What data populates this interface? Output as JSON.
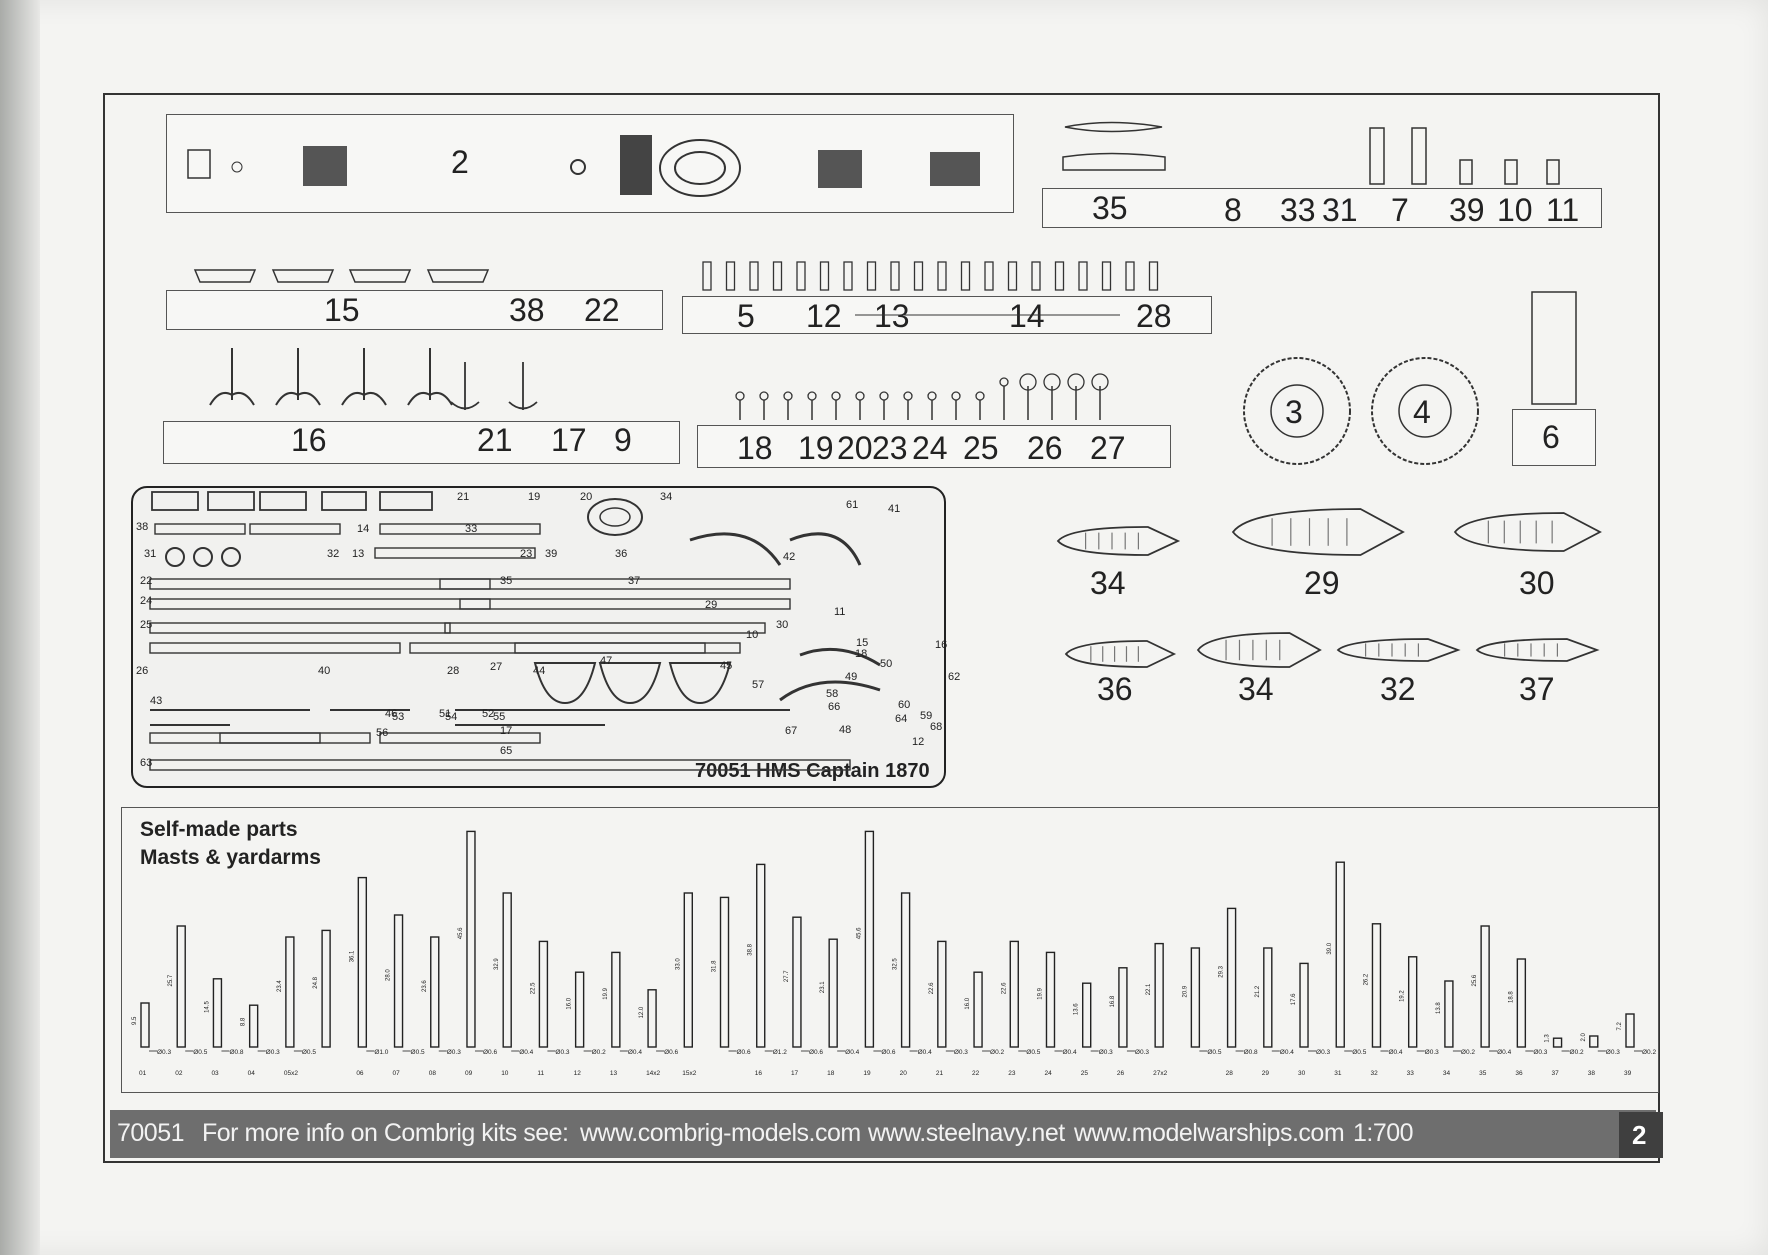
{
  "hull_plate": {
    "label": "2"
  },
  "small_parts_plate": {
    "labels": [
      "35",
      "8",
      "33",
      "31",
      "7",
      "39",
      "10",
      "11"
    ]
  },
  "boats_plate": {
    "labels": [
      "15",
      "38",
      "22"
    ]
  },
  "stanchions_plate": {
    "labels": [
      "5",
      "12",
      "13",
      "14",
      "28"
    ]
  },
  "anchors_plate": {
    "labels": [
      "16",
      "21",
      "17",
      "9"
    ]
  },
  "vents_plate": {
    "labels": [
      "18",
      "19",
      "20",
      "23",
      "24",
      "25",
      "26",
      "27"
    ]
  },
  "turrets": {
    "labels": [
      "3",
      "4",
      "6"
    ]
  },
  "lifeboats": {
    "labels": [
      "34",
      "29",
      "30",
      "36",
      "34",
      "32",
      "37"
    ]
  },
  "photo_etch": {
    "title": "70051 HMS Captain 1870",
    "part_numbers": [
      "21",
      "19",
      "20",
      "34",
      "33",
      "38",
      "14",
      "13",
      "31",
      "32",
      "23",
      "39",
      "36",
      "37",
      "35",
      "22",
      "24",
      "25",
      "26",
      "40",
      "28",
      "27",
      "47",
      "44",
      "45",
      "43",
      "46",
      "51",
      "52",
      "53",
      "54",
      "55",
      "56",
      "17",
      "65",
      "63",
      "61",
      "41",
      "42",
      "29",
      "30",
      "11",
      "10",
      "15",
      "18",
      "50",
      "49",
      "57",
      "58",
      "66",
      "60",
      "64",
      "68",
      "59",
      "48",
      "62",
      "67",
      "12",
      "16"
    ]
  },
  "masts": {
    "title_line1": "Self-made parts",
    "title_line2": "Masts & yardarms",
    "items": [
      {
        "id": "01",
        "len": "9.5",
        "dia": "Ø0.3",
        "h": 0.2
      },
      {
        "id": "02",
        "len": "25.7",
        "dia": "Ø0.5",
        "h": 0.55
      },
      {
        "id": "03",
        "len": "14.5",
        "dia": "Ø0.8",
        "h": 0.31
      },
      {
        "id": "04",
        "len": "8.8",
        "dia": "Ø0.3",
        "h": 0.19
      },
      {
        "id": "05x2",
        "len": "23.4",
        "dia": "Ø0.5",
        "h": 0.5
      },
      {
        "id": "05x2",
        "len": "24.8",
        "dia": "",
        "h": 0.53
      },
      {
        "id": "06",
        "len": "36.1",
        "dia": "Ø1.0",
        "h": 0.77
      },
      {
        "id": "07",
        "len": "28.0",
        "dia": "Ø0.5",
        "h": 0.6
      },
      {
        "id": "08",
        "len": "23.6",
        "dia": "Ø0.3",
        "h": 0.5
      },
      {
        "id": "09",
        "len": "45.6",
        "dia": "Ø0.6",
        "h": 0.98
      },
      {
        "id": "10",
        "len": "32.9",
        "dia": "Ø0.4",
        "h": 0.7
      },
      {
        "id": "11",
        "len": "22.5",
        "dia": "Ø0.3",
        "h": 0.48
      },
      {
        "id": "12",
        "len": "16.0",
        "dia": "Ø0.2",
        "h": 0.34
      },
      {
        "id": "13",
        "len": "19.9",
        "dia": "Ø0.4",
        "h": 0.43
      },
      {
        "id": "14x2",
        "len": "12.0",
        "dia": "Ø0.6",
        "h": 0.26
      },
      {
        "id": "15x2",
        "len": "33.0",
        "dia": "",
        "h": 0.7
      },
      {
        "id": "15x2",
        "len": "31.8",
        "dia": "Ø0.6",
        "h": 0.68
      },
      {
        "id": "16",
        "len": "38.8",
        "dia": "Ø1.2",
        "h": 0.83
      },
      {
        "id": "17",
        "len": "27.7",
        "dia": "Ø0.6",
        "h": 0.59
      },
      {
        "id": "18",
        "len": "23.1",
        "dia": "Ø0.4",
        "h": 0.49
      },
      {
        "id": "19",
        "len": "45.6",
        "dia": "Ø0.6",
        "h": 0.98
      },
      {
        "id": "20",
        "len": "32.5",
        "dia": "Ø0.4",
        "h": 0.7
      },
      {
        "id": "21",
        "len": "22.6",
        "dia": "Ø0.3",
        "h": 0.48
      },
      {
        "id": "22",
        "len": "16.0",
        "dia": "Ø0.2",
        "h": 0.34
      },
      {
        "id": "23",
        "len": "22.6",
        "dia": "Ø0.5",
        "h": 0.48
      },
      {
        "id": "24",
        "len": "19.9",
        "dia": "Ø0.4",
        "h": 0.43
      },
      {
        "id": "25",
        "len": "13.6",
        "dia": "Ø0.3",
        "h": 0.29
      },
      {
        "id": "26",
        "len": "16.8",
        "dia": "Ø0.3",
        "h": 0.36
      },
      {
        "id": "27x2",
        "len": "22.1",
        "dia": "",
        "h": 0.47
      },
      {
        "id": "27x2",
        "len": "20.9",
        "dia": "Ø0.5",
        "h": 0.45
      },
      {
        "id": "28",
        "len": "29.3",
        "dia": "Ø0.8",
        "h": 0.63
      },
      {
        "id": "29",
        "len": "21.2",
        "dia": "Ø0.4",
        "h": 0.45
      },
      {
        "id": "30",
        "len": "17.6",
        "dia": "Ø0.3",
        "h": 0.38
      },
      {
        "id": "31",
        "len": "39.0",
        "dia": "Ø0.5",
        "h": 0.84
      },
      {
        "id": "32",
        "len": "26.2",
        "dia": "Ø0.4",
        "h": 0.56
      },
      {
        "id": "33",
        "len": "19.2",
        "dia": "Ø0.3",
        "h": 0.41
      },
      {
        "id": "34",
        "len": "13.8",
        "dia": "Ø0.2",
        "h": 0.3
      },
      {
        "id": "35",
        "len": "25.6",
        "dia": "Ø0.4",
        "h": 0.55
      },
      {
        "id": "36",
        "len": "18.8",
        "dia": "Ø0.3",
        "h": 0.4
      },
      {
        "id": "37",
        "len": "1.3",
        "dia": "Ø0.2",
        "h": 0.04
      },
      {
        "id": "38",
        "len": "2.0",
        "dia": "Ø0.3",
        "h": 0.05
      },
      {
        "id": "39",
        "len": "7.2",
        "dia": "Ø0.2",
        "h": 0.15
      }
    ]
  },
  "footer": {
    "kit": "70051",
    "info": "For more info on Combrig kits see:",
    "site1": "www.combrig-models.com",
    "site2": "www.steelnavy.net",
    "site3": "www.modelwarships.com",
    "scale": "1:700",
    "page": "2"
  }
}
